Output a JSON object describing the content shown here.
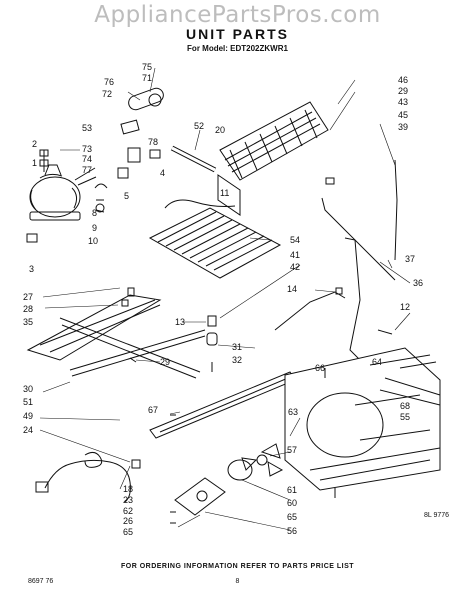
{
  "watermark": "AppliancePartsPros.com",
  "title": "UNIT PARTS",
  "model_line": "For Model: EDT202ZKWR1",
  "footer": "FOR ORDERING INFORMATION REFER TO PARTS PRICE LIST",
  "page_number": "8",
  "doc_code_left": "8697 76",
  "doc_code_right": "8L 9776",
  "callouts": {
    "c75": "75",
    "c71": "71",
    "c76": "76",
    "c72": "72",
    "c46": "46",
    "c29a": "29",
    "c43": "43",
    "c45": "45",
    "c39": "39",
    "c53": "53",
    "c73": "73",
    "c74": "74",
    "c77": "77",
    "c2": "2",
    "c1": "1",
    "c78": "78",
    "c52": "52",
    "c20": "20",
    "c4": "4",
    "c5": "5",
    "c11": "11",
    "c8": "8",
    "c9": "9",
    "c10": "10",
    "c3": "3",
    "c54": "54",
    "c37": "37",
    "c41": "41",
    "c42": "42",
    "c36": "36",
    "c27": "27",
    "c28": "28",
    "c35": "35",
    "c14": "14",
    "c12": "12",
    "c13": "13",
    "c31": "31",
    "c29b": "29",
    "c32": "32",
    "c64": "64",
    "c30": "30",
    "c51": "51",
    "c66": "66",
    "c68": "68",
    "c55": "55",
    "c67": "67",
    "c49": "49",
    "c63": "63",
    "c24": "24",
    "c57": "57",
    "c18": "18",
    "c23": "23",
    "c62": "62",
    "c26": "26",
    "c65a": "65",
    "c61": "61",
    "c60": "60",
    "c65b": "65",
    "c56": "56"
  }
}
